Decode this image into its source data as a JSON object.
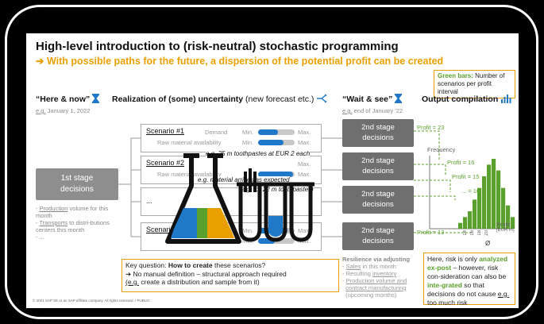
{
  "slide": {
    "title": "High-level introduction to (risk-neutral) stochastic programming",
    "subtitle": "➔ With possible paths for the future, a dispersion of the potential profit can be created",
    "green_note": {
      "bold": "Green bars:",
      "text": " Number of scenarios per profit interval"
    }
  },
  "columns": {
    "here_now": {
      "label": "“Here & now”",
      "date_prefix": "e.g.",
      "date": " January 1, 2022"
    },
    "realization": {
      "label": "Realization of (some) uncertainty",
      "suffix": " (new forecast etc.)"
    },
    "wait_see": {
      "label": "“Wait & see”",
      "date_prefix": "e.g.",
      "date": " end of January '22"
    },
    "output": {
      "label": "Output compilation"
    }
  },
  "stage1": {
    "line1": "1st stage",
    "line2": "decisions",
    "bullets": [
      {
        "dash": "-",
        "u": "Production",
        "rest": " volume for this month"
      },
      {
        "dash": "-",
        "u": "Transports",
        "rest": " to distri-butions centers this month"
      },
      {
        "dash": "-",
        "u": "",
        "rest": "..."
      }
    ]
  },
  "scenarios": [
    {
      "name": "Scenario #1",
      "demand_fill": 0.55,
      "raw_fill": 0.7
    },
    {
      "name": "Scenario #2",
      "demand_fill": 0.3,
      "raw_fill": 0.95
    },
    {
      "name": "...",
      "demand_fill": null,
      "raw_fill": null
    },
    {
      "name": "Scenario #n",
      "demand_fill": 0.8,
      "raw_fill": 0.45
    }
  ],
  "scen_labels": {
    "demand": "Demand",
    "raw": "Raw material availability",
    "min": "Min.",
    "max": "Max."
  },
  "annotations": {
    "a1": "e.g. 25 m toothpastes at EUR 2 each",
    "a2": "e.g. material arrives as expected",
    "a3": "(e.g. for 22 m toothpastes)"
  },
  "stage2": {
    "line1": "2nd stage",
    "line2": "decisions"
  },
  "profits": [
    "Profit = 23",
    "Profit = 16",
    "Profit = 15",
    "... = 16",
    "Profit = 13"
  ],
  "histogram": {
    "y_label": "Frequency",
    "x_label": "Profit",
    "x_unit": "[EUR m]",
    "ticks": [
      "14",
      "16",
      "18",
      "20"
    ],
    "mean_symbol": "Ø",
    "values": [
      1,
      2,
      3,
      5,
      7,
      9,
      11,
      12,
      10,
      7,
      4,
      2
    ]
  },
  "key_question": {
    "intro": "Key question: ",
    "bold": "How to create",
    "rest": " these scenarios?",
    "line2": "➔ No manual definition – structural approach required",
    "line3_u": "(e.g.",
    "line3": " create a distribution and sample from it)"
  },
  "resilience": {
    "title": "Resilience via adjusting",
    "items": [
      {
        "u": "Sales",
        "rest": " in this month"
      },
      {
        "u": "",
        "rest": "Resulting ",
        "u2": "inventory"
      },
      {
        "u": "Production volume and",
        "rest": ""
      },
      {
        "u": "contract manufacturing",
        "rest": ""
      },
      {
        "u": "",
        "rest": "(upcoming months)"
      }
    ]
  },
  "risk_box": {
    "p1": "Here, risk is only ",
    "g1": "analyzed ex-post",
    "p2": " – however, risk con-sideration can also be ",
    "g2": "inte-grated",
    "p3": " so that decisions do not cause ",
    "u": "e.g.",
    "p4": " too much risk"
  },
  "footer": "© 2021 SAP SE or an SAP affiliate company. All rights reserved.  ǀ  PUBLIC",
  "colors": {
    "accent": "#e8a000",
    "green": "#5aa02c",
    "blue": "#1f78c8",
    "gray": "#8e8e8e"
  }
}
